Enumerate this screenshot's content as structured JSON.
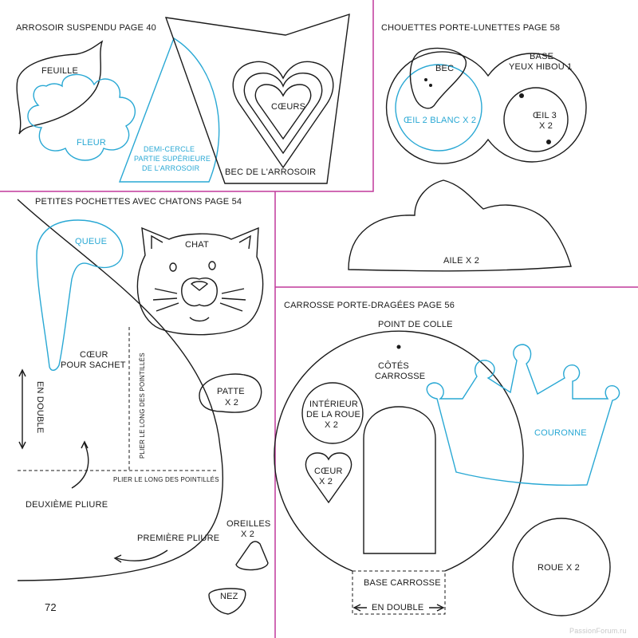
{
  "colors": {
    "frame": "#c0399b",
    "ink": "#1a1a1a",
    "blue": "#29a8d4"
  },
  "sections": {
    "arrosoir": {
      "title": "ARROSOIR SUSPENDU PAGE 40",
      "feuille": "FEUILLE",
      "fleur": "FLEUR",
      "demi_cercle": [
        "DEMI-CERCLE",
        "PARTIE SUPÉRIEURE",
        "DE L'ARROSOIR"
      ],
      "coeurs": "CŒURS",
      "bec": "BEC DE L'ARROSOIR"
    },
    "chouettes": {
      "title": "CHOUETTES PORTE-LUNETTES PAGE 58",
      "bec": "BEC",
      "base": [
        "BASE",
        "YEUX HIBOU 1"
      ],
      "oeil2": "ŒIL 2 BLANC X 2",
      "oeil3": [
        "ŒIL 3",
        "X 2"
      ],
      "aile": "AILE X 2"
    },
    "pochettes": {
      "title": "PETITES POCHETTES AVEC CHATONS PAGE 54",
      "queue": "QUEUE",
      "chat": "CHAT",
      "coeur": [
        "CŒUR",
        "POUR SACHET"
      ],
      "patte": [
        "PATTE",
        "X 2"
      ],
      "en_double": "EN DOUBLE",
      "plier_v": "PLIER LE LONG DES POINTILLÉS",
      "plier_h": "PLIER LE LONG DES POINTILLÉS",
      "deuxieme": "DEUXIÈME PLIURE",
      "premiere": "PREMIÈRE PLIURE",
      "oreilles": [
        "OREILLES",
        "X 2"
      ],
      "nez": "NEZ",
      "page_number": "72"
    },
    "carrosse": {
      "title": "CARROSSE PORTE-DRAGÉES PAGE 56",
      "point_colle": "POINT DE COLLE",
      "cotes": [
        "CÔTÉS",
        "CARROSSE"
      ],
      "interieur": [
        "INTÉRIEUR",
        "DE LA ROUE",
        "X 2"
      ],
      "coeur": [
        "CŒUR",
        "X 2"
      ],
      "couronne": "COURONNE",
      "roue": "ROUE X 2",
      "base": "BASE CARROSSE",
      "en_double": "EN DOUBLE"
    }
  },
  "watermark": "PassionForum.ru"
}
